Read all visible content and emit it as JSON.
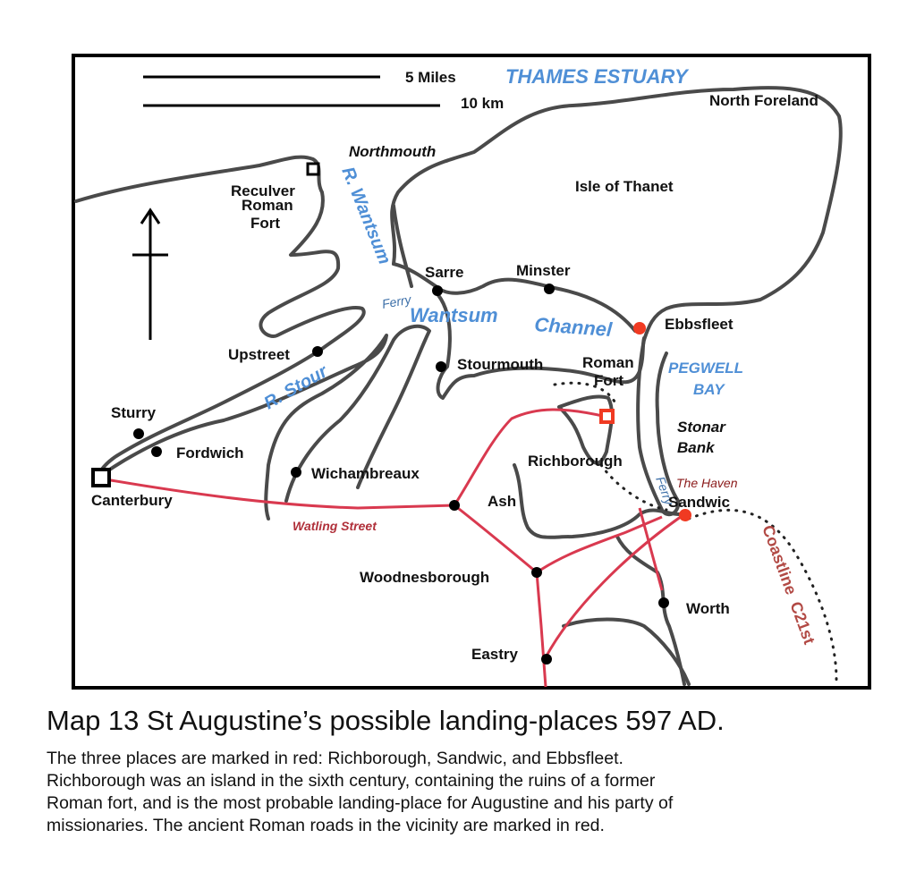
{
  "scale": {
    "miles": "5 Miles",
    "km": "10 km"
  },
  "water_labels": {
    "thames_estuary": "THAMES ESTUARY",
    "r_wantsum": "R. Wantsum",
    "wantsum": "Wantsum",
    "channel": "Channel",
    "r_stour": "R. Stour",
    "pegwell": "PEGWELL",
    "bay": "BAY",
    "ferry1": "Ferry",
    "ferry2": "Ferry"
  },
  "places": {
    "north_foreland": "North Foreland",
    "northmouth": "Northmouth",
    "isle_of_thanet": "Isle of Thanet",
    "reculver": "Reculver",
    "roman1": "Roman",
    "fort1": "Fort",
    "sarre": "Sarre",
    "minster": "Minster",
    "ebbsfleet": "Ebbsfleet",
    "upstreet": "Upstreet",
    "stourmouth": "Stourmouth",
    "roman2": "Roman",
    "fort2": "Fort",
    "stonar": "Stonar",
    "bank": "Bank",
    "sturry": "Sturry",
    "fordwich": "Fordwich",
    "wichambreaux": "Wichambreaux",
    "canterbury": "Canterbury",
    "richborough": "Richborough",
    "the_haven": "The Haven",
    "sandwic": "Sandwic",
    "ash": "Ash",
    "watling_street": "Watling Street",
    "woodnesborough": "Woodnesborough",
    "worth": "Worth",
    "eastry": "Eastry",
    "coastline": "Coastline  C21st"
  },
  "colors": {
    "road": "#d9394f",
    "landing": "#f03a22",
    "water": "#4f8fd6",
    "haven": "#8b1a1a"
  },
  "caption": {
    "title": "Map 13 St Augustine’s possible landing-places 597 AD.",
    "lines": [
      "The three places are marked in red: Richborough, Sandwic, and Ebbsfleet.",
      "Richborough was an island in the sixth century, containing the ruins of a former",
      "Roman fort, and is the most probable landing-place for Augustine and his party of",
      "missionaries. The ancient Roman roads in the vicinity are  marked in red."
    ]
  }
}
